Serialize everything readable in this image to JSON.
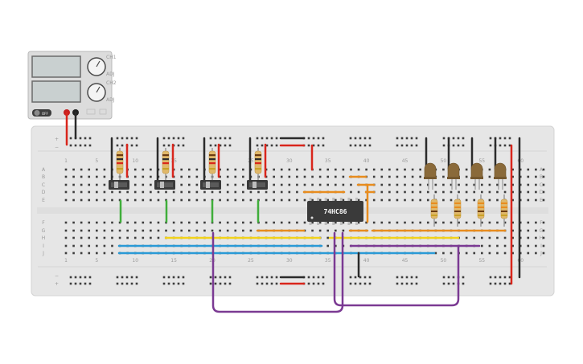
{
  "power_supply": {
    "display_top": "",
    "display_bottom": "",
    "switch_label": "OFF",
    "knob_top_labels": [
      "CH1",
      "ADJ"
    ],
    "knob_bottom_labels": [
      "CH2",
      "ADJ"
    ]
  },
  "breadboard": {
    "column_numbers": [
      "1",
      "5",
      "10",
      "15",
      "20",
      "25",
      "30",
      "35",
      "40",
      "45",
      "50",
      "55",
      "60"
    ],
    "row_letters_top": [
      "A",
      "B",
      "C",
      "D",
      "E"
    ],
    "row_letters_bottom": [
      "F",
      "G",
      "H",
      "I",
      "J"
    ],
    "rail_plus": "+",
    "rail_minus": "−"
  },
  "chip": {
    "label": "74HC86"
  },
  "colors": {
    "board": "#e6e6e6",
    "hole": "#3c3c3c",
    "red_wire": "#d9261c",
    "black_wire": "#2b2b2b",
    "green_wire": "#3fae3a",
    "yellow_wire": "#f2d21a",
    "blue_wire": "#2a9ad6",
    "orange_wire": "#e88c1e",
    "purple_wire": "#7b3a93"
  }
}
